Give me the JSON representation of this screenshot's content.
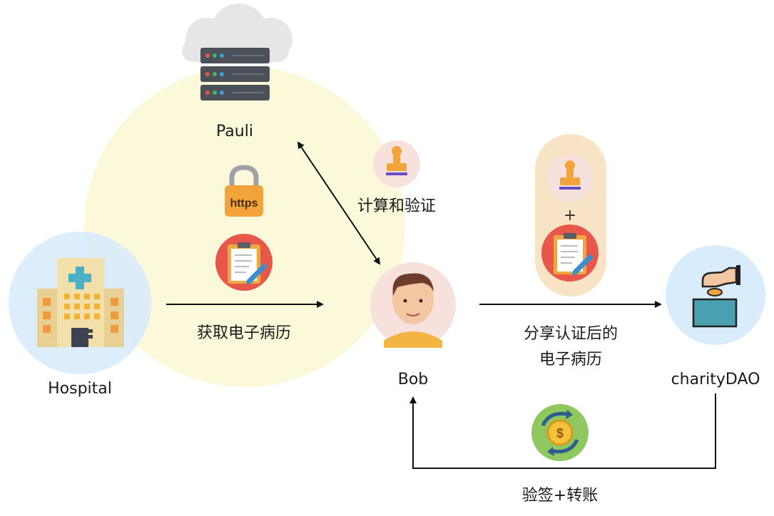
{
  "nodes": {
    "pauli": "Pauli",
    "hospital": "Hospital",
    "bob": "Bob",
    "charity": "charityDAO"
  },
  "edges": {
    "compute_verify": "计算和验证",
    "get_emr": "获取电子病历",
    "share_line1": "分享认证后的",
    "share_line2": "电子病历",
    "verify_transfer": "验签+转账",
    "plus": "+"
  },
  "badges": {
    "https": "https",
    "coin": "$"
  },
  "icons": [
    "cloud-server-icon",
    "hospital-icon",
    "avatar-icon",
    "donation-icon",
    "padlock-icon",
    "stamp-icon",
    "clipboard-icon",
    "coin-exchange-icon"
  ],
  "colors": {
    "yellow_zone": "#fbf9d9",
    "blue_circle": "#d9ecfb",
    "pink_circle": "#f6e1dc",
    "capsule": "#f8e3c4",
    "red_circle": "#e8584a"
  }
}
